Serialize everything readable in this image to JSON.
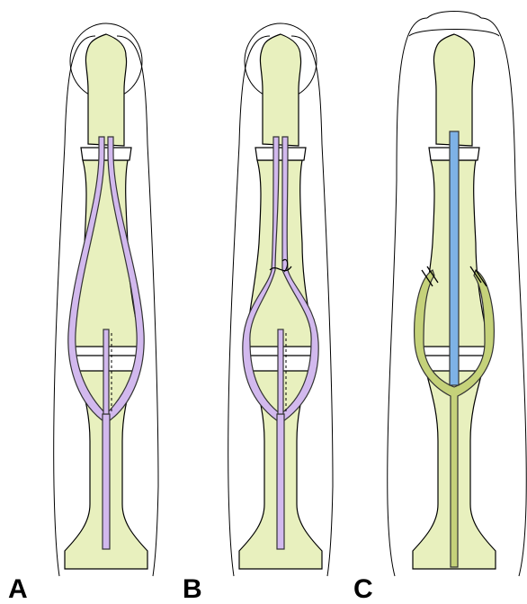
{
  "panels": [
    {
      "label": "A",
      "graft": "split-tendon-loop"
    },
    {
      "label": "B",
      "graft": "split-tendon-loop-sutured"
    },
    {
      "label": "C",
      "graft": "central-slip-with-lateral-bands"
    }
  ],
  "colors": {
    "bone_fill": "#E8F0BE",
    "bone_outline": "#000000",
    "skin_outline": "#000000",
    "graft_purple": "#D2B9EE",
    "graft_blue": "#7EB2E6",
    "graft_green": "#C5D27A",
    "background": "#FFFFFF"
  }
}
